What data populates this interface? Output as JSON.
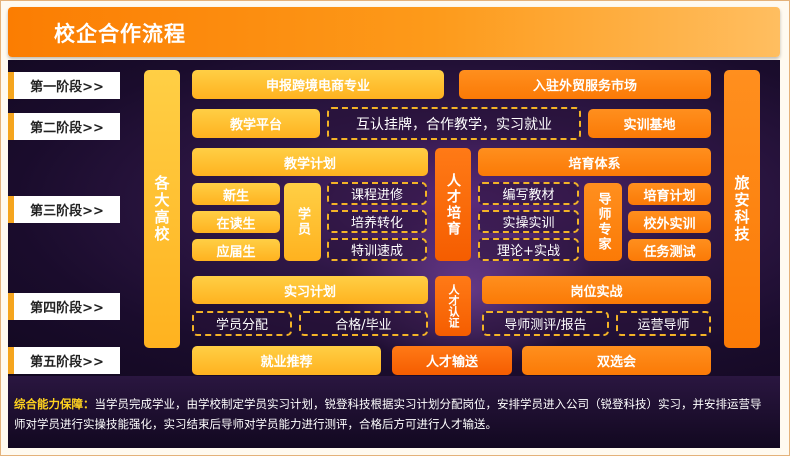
{
  "title": "校企合作流程",
  "stages": [
    "第一阶段>>",
    "第二阶段>>",
    "第三阶段>>",
    "第四阶段>>",
    "第五阶段>>"
  ],
  "left_column": "各大高校",
  "right_column": "旅安科技",
  "stage1": {
    "left": "申报跨境电商专业",
    "right": "入驻外贸服务市场"
  },
  "stage2": {
    "left": "教学平台",
    "middle": "互认挂牌，合作教学，实习就业",
    "right": "实训基地"
  },
  "stage3": {
    "teaching_plan": "教学计划",
    "students_in": [
      "新生",
      "在读生",
      "应届生"
    ],
    "students_label": "学员",
    "methods": [
      "课程进修",
      "培养转化",
      "特训速成"
    ],
    "center": "人才培育",
    "training_system": "培育体系",
    "system_items": [
      "编写教材",
      "实操实训",
      "理论+实战"
    ],
    "mentor": "导师专家",
    "right_items": [
      "培育计划",
      "校外实训",
      "任务测试"
    ]
  },
  "stage4": {
    "intern_plan": "实习计划",
    "intern_items": [
      "学员分配",
      "合格/毕业"
    ],
    "center": "人才认证",
    "practice": "岗位实战",
    "practice_items": [
      "导师测评/报告",
      "运营导师"
    ]
  },
  "stage5": {
    "left": "就业推荐",
    "middle": "人才输送",
    "right": "双选会"
  },
  "note": {
    "label": "综合能力保障：",
    "text": "当学员完成学业，由学校制定学员实习计划，锐登科技根据实习计划分配岗位，安排学员进入公司（锐登科技）实习，并安排运营导师对学员进行实操技能强化，实习结束后导师对学员能力进行测评，合格后方可进行人才输送。"
  },
  "colors": {
    "accent": "#fb7d02",
    "yellow": "#ffb21f",
    "dark_bg": "#1a0c2c"
  }
}
